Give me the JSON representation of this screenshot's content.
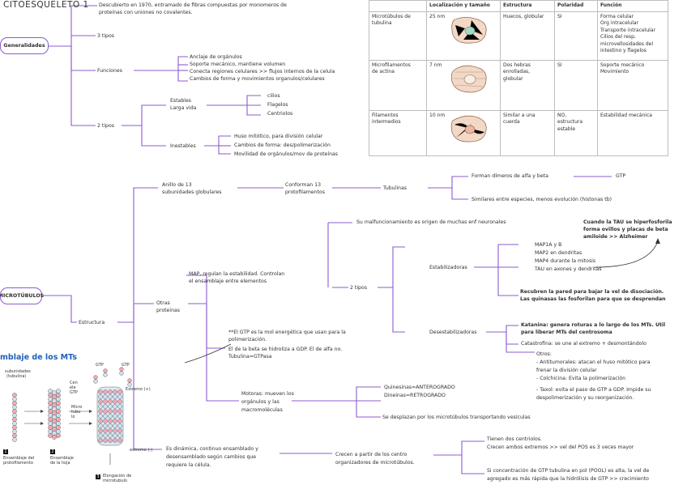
{
  "title": "CITOESQUELETO 1",
  "colors": {
    "line": "#8d5bd0",
    "pill_border": "#8d5bd0",
    "title_blue": "#1f5fbf"
  },
  "nodes": {
    "generalidades": "Generalidades",
    "microtubulos": "MICROTÚBULOS"
  },
  "generalidades": {
    "descubierto": [
      "Descubierto en 1970, entramado de fibras compuestas por monomeros de",
      "proteinas con uniones no covalentes."
    ],
    "tres_tipos": "3 tipos",
    "funciones_label": "Funciones",
    "funciones": [
      "Anclaje de orgánulos",
      "Soporte mecánico, mantiene volumen",
      "Conecta regiones celulares >> flujos internos de la celula",
      "Cambios de forma y movimientos organulos/celulares"
    ],
    "dos_tipos": "2 tipos",
    "estables": [
      "Estables",
      "Larga vida"
    ],
    "estables_items": [
      "cilios",
      "Flagelos",
      "Centriolos"
    ],
    "inestables": "Inestables",
    "inestables_items": [
      "Huso mitótico, para división celular",
      "Cambios de forma: des/polimerización",
      "Movilidad de orgánulos/mov de proteínas"
    ]
  },
  "table": {
    "headers": [
      "",
      "Localización y tamaño",
      "Estructura",
      "Polaridad",
      "Función"
    ],
    "rows": [
      {
        "name": [
          "Microtúbulos de",
          "tubulina"
        ],
        "size": "25 nm",
        "estructura": [
          "Huecos, globular"
        ],
        "polaridad": [
          "SI"
        ],
        "funcion": [
          "Forma celular",
          "Org intracelular",
          "Transporte intracelular",
          "Cilios del resp,",
          "microvellosidades del",
          "intestino y flagelos"
        ]
      },
      {
        "name": [
          "Microfilamentos",
          "de actina"
        ],
        "size": "7 nm",
        "estructura": [
          "Dos hebras",
          "enrolladas,",
          "globular"
        ],
        "polaridad": [
          "SI"
        ],
        "funcion": [
          "Soporte mecánico",
          "Movimiento"
        ]
      },
      {
        "name": [
          "Filamentos",
          "intermedios"
        ],
        "size": "10 nm",
        "estructura": [
          "Similar a una",
          "cuerda"
        ],
        "polaridad": [
          "NO,",
          "estructura",
          "estable"
        ],
        "funcion": [
          "Estabilidad mecánica"
        ]
      }
    ]
  },
  "microtubulos": {
    "anillo": [
      "Anillo de 13",
      "subunidades globulares"
    ],
    "conforman": [
      "Conforman 13",
      "protofilamentos"
    ],
    "tubulinas": "Tubulinas",
    "dimeros": "Forman dímeros de alfa y beta",
    "gtp": "GTP",
    "similares": "Similares entre especies, menos evolución (histonas tb)",
    "mal_func": "Su malfuncionamiento es origen de muchas enf neuronales",
    "tau": [
      "Cuando la TAU se hiperfosforila",
      "forma ovillos y placas de beta",
      "amiloide >> Alzheimer"
    ],
    "maps_list": [
      "MAP1A y B",
      "MAP2 en dendritas",
      "MAP4 durante la mitosis",
      "TAU en axones y dendritas"
    ],
    "estabilizadoras": "Estabilizadoras",
    "recubren": [
      "Recubren la pared para bajar la vel de disociación.",
      "Las quinasas las fosforilan para que se desprendan"
    ],
    "dos_tipos": "2 tipos",
    "desestabilizadoras": "Desestabilizadoras",
    "katanina": [
      "Katanina: genera roturas a lo largo de los MTs. Util",
      "para liberar MTs del centrosoma"
    ],
    "catastrofina": "Catastrofina: se une al extremo + desmontándolo",
    "map_regulan": [
      "MAP, regulan la estabilidad. Controlan",
      "el ensamblaje entre elementos"
    ],
    "otras_proteinas": [
      "Otras",
      "proteinas"
    ],
    "estructura": "Estructura",
    "gtp_note": [
      "**El GTP es la mol energética que usan para la",
      "polimerización.",
      "El de la beta se hidroliza a GDP. El de alfa no.",
      "Tubulina=GTPasa"
    ],
    "motoras": [
      "Motoras: mueven los",
      "orgánulos y las",
      "macromoléculas"
    ],
    "quinesinas": "Quinesinas=ANTEROGRADO",
    "dineinas": "Dineinas=RETROGRADO",
    "desplazan": "Se desplazan por los microtúbulos transportando vesículas",
    "otros_title": "Otros:",
    "otros": [
      "- Antitumorales: atacan el huso mitótico para",
      "  frenar la división celular",
      "- Colchicina: Evita la polimerización",
      "- Taxol: evita el paso de GTP a GDP. Impide su",
      "  despolimerización y su reorganización."
    ],
    "dinamica": [
      "Es dinámica, continuo ensamblado y",
      "desensamblado según cambios que",
      "requiere la célula."
    ],
    "crecen": [
      "Crecen a partir de los centro",
      "organizadores de microtúbulos."
    ],
    "tienen": [
      "Tienen dos centriolos.",
      "Crecen ambos extremos >> vel del POS es 3 veces mayor"
    ],
    "si_concentracion": [
      "Si concentración de GTP tubulina en pol (POOL) es alta, la vel de",
      "agregado es más rápida que la hidrólisis de GTP >> crecimiento"
    ]
  },
  "figure": {
    "title": "mblaje de los MTs",
    "labels": {
      "subunidades": [
        "subunidades",
        "(tubulina)"
      ],
      "gtp1": "GTP",
      "gtp2": "GTP",
      "extremo": "Extremo (+)",
      "centro": [
        "Cen",
        "ele",
        "GTP"
      ],
      "microtubulo": [
        "Micro",
        "tubu",
        "lo"
      ],
      "extremo_menos": "extremo (-)"
    },
    "captions": [
      {
        "num": "1",
        "text": [
          "Ensamblaje del",
          "protofilamento"
        ]
      },
      {
        "num": "2",
        "text": [
          "Ensamblaje",
          "de la hoja"
        ]
      },
      {
        "num": "3",
        "text": [
          "Elongación de",
          "microtubulo"
        ]
      }
    ]
  }
}
